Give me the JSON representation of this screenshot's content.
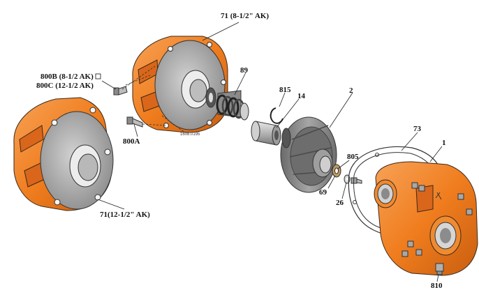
{
  "colors": {
    "orange": "#f07d1e",
    "orange_dark": "#c95e10",
    "orange_light": "#f7a257",
    "gray": "#9a9a9a",
    "gray_dark": "#5a5a5a",
    "gray_light": "#c9c9c9"
  },
  "labels": {
    "adapter_85": "71 (8-1/2\" AK)",
    "adapter_125": "71(12-1/2\" AK)",
    "screw_800bc_line1": "800B (8-1/2 AK)",
    "screw_800bc_line2": "800C (12-1/2 AK)",
    "screw_800a": "800A",
    "seal": "89",
    "retaining_ring": "815",
    "sleeve": "14",
    "impeller": "2",
    "gasket": "73",
    "casing": "1",
    "screw_805": "805",
    "washer_69": "69",
    "washer_26": "26",
    "plug_810": "810",
    "drawing_code": "1608.0195"
  }
}
